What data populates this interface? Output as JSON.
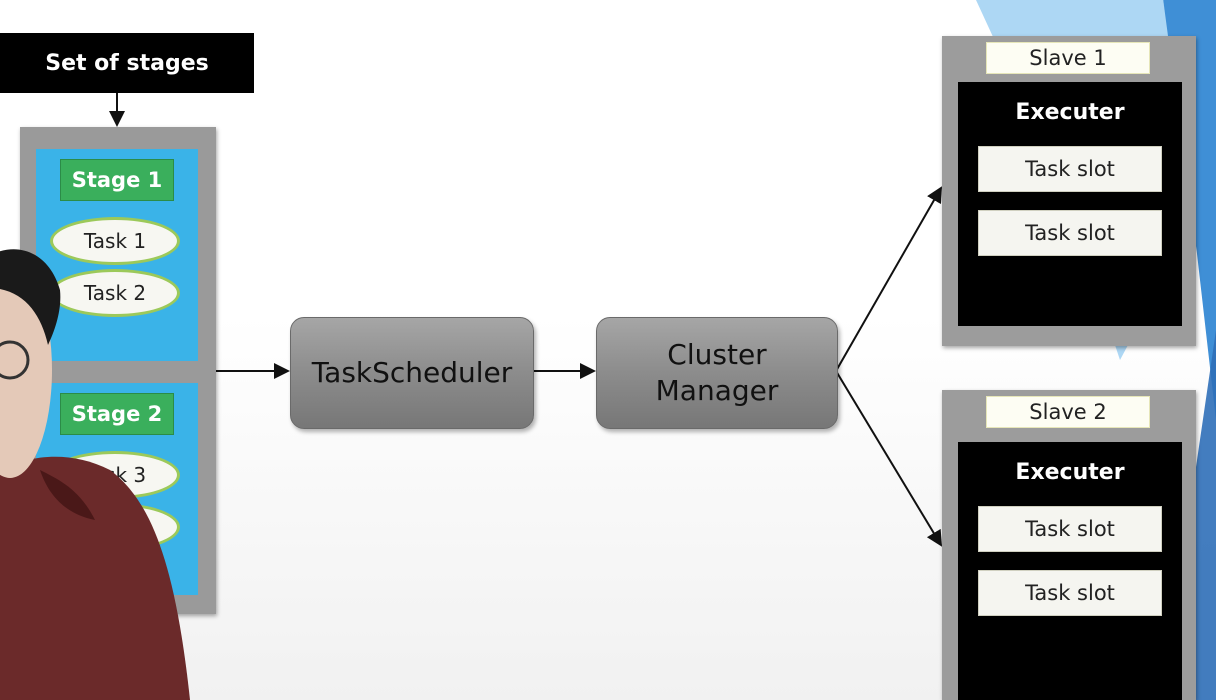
{
  "diagram": {
    "set_of_stages": "Set of stages",
    "stages": [
      {
        "title": "Stage 1",
        "tasks": [
          "Task 1",
          "Task 2"
        ]
      },
      {
        "title": "Stage 2",
        "tasks": [
          "Task 3",
          "Task 4"
        ]
      }
    ],
    "task_scheduler": "TaskScheduler",
    "cluster_manager": {
      "line1": "Cluster",
      "line2": "Manager"
    },
    "slaves": [
      {
        "title": "Slave 1",
        "executor": "Executer",
        "slots": [
          "Task slot",
          "Task slot"
        ]
      },
      {
        "title": "Slave 2",
        "executor": "Executer",
        "slots": [
          "Task slot",
          "Task slot"
        ]
      }
    ]
  },
  "colors": {
    "stage_bg": "#3ab3e8",
    "stage_title_bg": "#3aaf5c",
    "task_border": "#9cc95a",
    "frame_gray": "#9a9a9a",
    "executor_bg": "#000000",
    "accent_blue": "#3f8fd6"
  },
  "icons": {
    "presenter": "presenter-webcam-overlay"
  }
}
